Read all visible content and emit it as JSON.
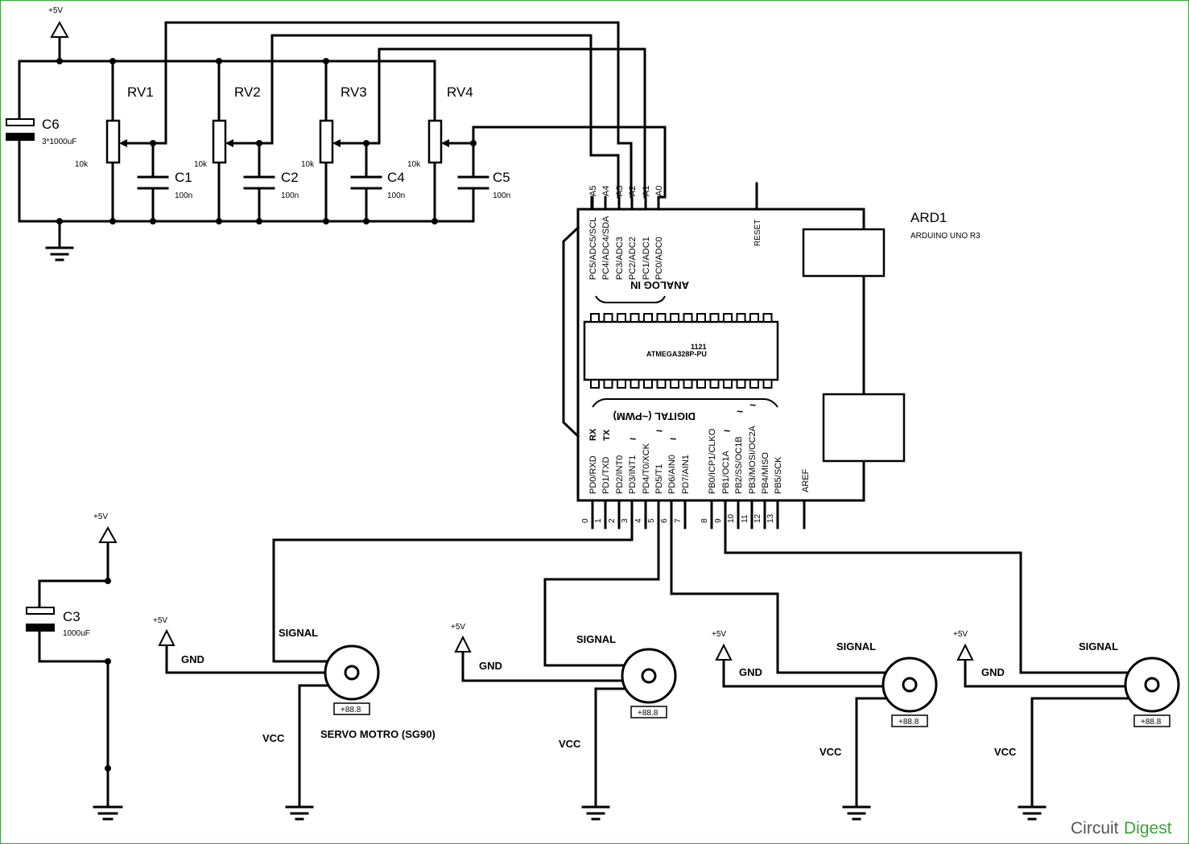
{
  "supply": {
    "vplus": "+5V"
  },
  "pots": [
    {
      "ref": "RV1",
      "value": "10k"
    },
    {
      "ref": "RV2",
      "value": "10k"
    },
    {
      "ref": "RV3",
      "value": "10k"
    },
    {
      "ref": "RV4",
      "value": "10k"
    }
  ],
  "caps": [
    {
      "ref": "C6",
      "value": "3*1000uF"
    },
    {
      "ref": "C1",
      "value": "100n"
    },
    {
      "ref": "C2",
      "value": "100n"
    },
    {
      "ref": "C4",
      "value": "100n"
    },
    {
      "ref": "C5",
      "value": "100n"
    },
    {
      "ref": "C3",
      "value": "1000uF"
    }
  ],
  "arduino": {
    "ref": "ARD1",
    "model": "ARDUINO UNO R3",
    "chip_code": "1121",
    "chip_name": "ATMEGA328P-PU",
    "analog_label": "ANALOG IN",
    "digital_label": "DIGITAL (~PWM)",
    "reset": "RESET",
    "aref": "AREF",
    "rx": "RX",
    "tx": "TX",
    "tilde": "~",
    "analog_pins": [
      "A5",
      "A4",
      "A3",
      "A2",
      "A1",
      "A0"
    ],
    "analog_names": [
      "PC5/ADC5/SCL",
      "PC4/ADC4/SDA",
      "PC3/ADC3",
      "PC2/ADC2",
      "PC1/ADC1",
      "PC0/ADC0"
    ],
    "digital_names_a": [
      "PD0/RXD",
      "PD1/TXD",
      "PD2/INT0",
      "PD3/INT1",
      "PD4/T0/XCK",
      "PD5/T1",
      "PD6/AIN0",
      "PD7/AIN1"
    ],
    "digital_names_b": [
      "PB0/ICP1/CLKO",
      "PB1/OC1A",
      "PB2/SS/OC1B",
      "PB3/MOSI/OC2A",
      "PB4/MISO",
      "PB5/SCK"
    ],
    "digital_nums_a": [
      "0",
      "1",
      "2",
      "3",
      "4",
      "5",
      "6",
      "7"
    ],
    "digital_nums_b": [
      "8",
      "9",
      "10",
      "11",
      "12",
      "13"
    ]
  },
  "servo": {
    "signal": "SIGNAL",
    "gnd": "GND",
    "vcc": "VCC",
    "readout": "+88.8",
    "title": "SERVO MOTRO (SG90)"
  },
  "brand": {
    "part1": "Circuit",
    "part2": "Digest"
  }
}
